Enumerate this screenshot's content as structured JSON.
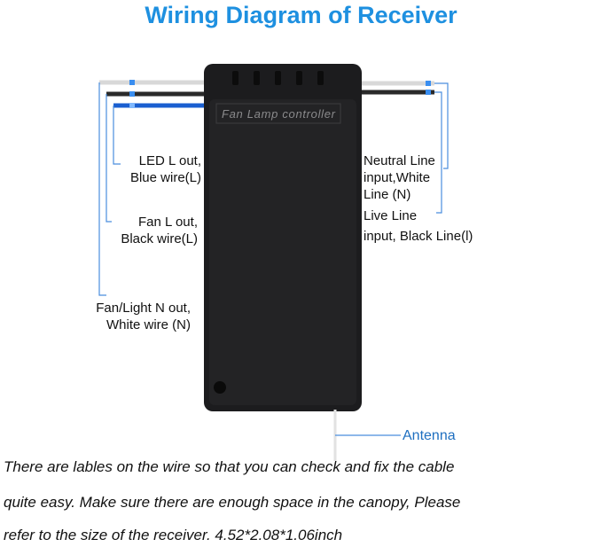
{
  "title": "Wiring Diagram of Receiver",
  "device_label": "Fan Lamp controller",
  "labels": {
    "led": [
      "LED L out,",
      "Blue wire(L)"
    ],
    "fan": [
      "Fan L out,",
      "Black wire(L)"
    ],
    "neutral_out": [
      "Fan/Light N out,",
      "White wire (N)"
    ],
    "neutral_in": [
      "Neutral Line",
      "input,White",
      "Line (N)"
    ],
    "live_in": [
      "Live Line",
      "input, Black Line(l)"
    ],
    "antenna": "Antenna"
  },
  "description": [
    "There are lables on the wire so that you can check and fix the cable",
    "quite easy. Make sure there are enough space in the canopy, Please",
    "refer to the size of the receiver. 4.52*2.08*1.06inch"
  ],
  "colors": {
    "accent": "#1e90e0",
    "blue_wire": "#1a5fd0",
    "device": "#1c1c1e"
  }
}
